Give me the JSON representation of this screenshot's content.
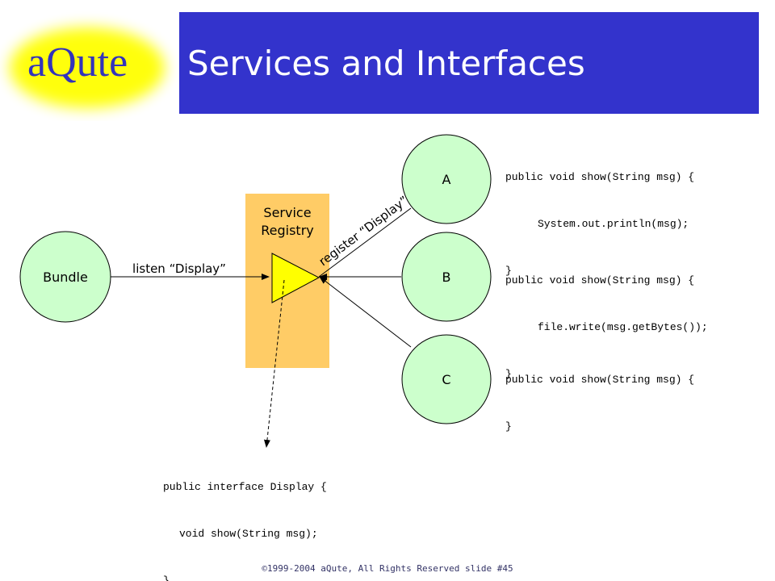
{
  "header": {
    "logo_text": "aQute",
    "title": "Services and Interfaces"
  },
  "colors": {
    "title_bar": "#3333cc",
    "logo_highlight": "#ffff00",
    "registry_box": "#ffcc66",
    "node_fill": "#ccffcc",
    "triangle_fill": "#ffff00"
  },
  "diagram": {
    "registry_label_line1": "Service",
    "registry_label_line2": "Registry",
    "bundle_label": "Bundle",
    "listen_label": "listen “Display”",
    "register_label": "register “Display”",
    "nodes": [
      "A",
      "B",
      "C"
    ]
  },
  "code_a": {
    "line1": "public void show(String msg) {",
    "line2": "System.out.println(msg);",
    "line3": "}"
  },
  "code_b": {
    "line1": "public void show(String msg) {",
    "line2": "file.write(msg.getBytes());",
    "line3": "}"
  },
  "code_c": {
    "line1": "public void show(String msg) {",
    "line2": "}"
  },
  "code_interface": {
    "line1": "public interface Display {",
    "line2": "void show(String msg);",
    "line3": "}"
  },
  "footer": {
    "text": "©1999-2004 aQute, All Rights Reserved slide #45"
  }
}
